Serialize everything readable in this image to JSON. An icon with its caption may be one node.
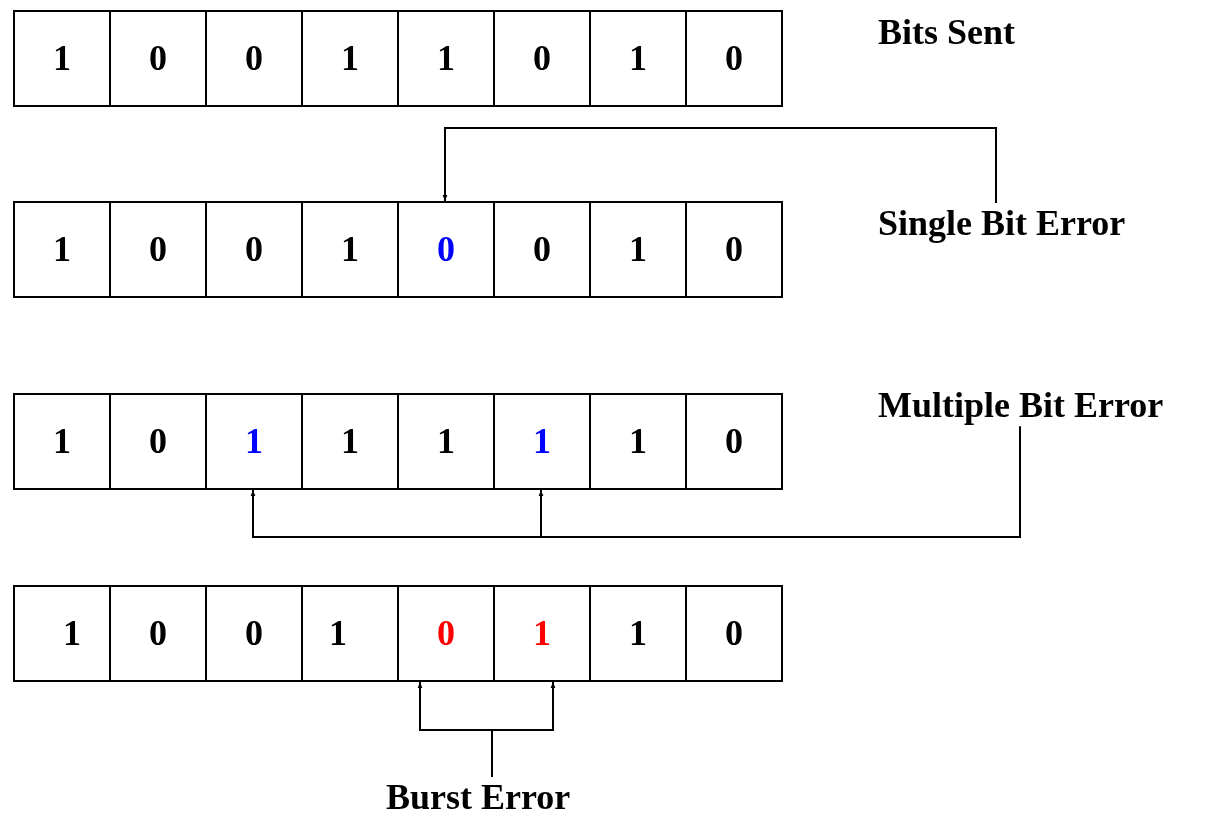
{
  "diagram": {
    "nodes": [
      {
        "text": [
          "1"
        ]
      },
      {
        "text": [
          "0"
        ]
      },
      {
        "text": [
          "0"
        ]
      },
      {
        "text": [
          "1"
        ]
      },
      {
        "text": [
          "1"
        ]
      },
      {
        "text": [
          "0"
        ]
      },
      {
        "text": [
          "1"
        ]
      },
      {
        "text": [
          "0"
        ]
      },
      {
        "text": [
          "1"
        ]
      },
      {
        "text": [
          "0"
        ]
      },
      {
        "text": [
          "0"
        ]
      },
      {
        "text": [
          "1"
        ]
      },
      {
        "text": [
          "0"
        ]
      },
      {
        "text": [
          "0"
        ]
      },
      {
        "text": [
          "1"
        ]
      },
      {
        "text": [
          "0"
        ]
      },
      {
        "text": [
          "1"
        ]
      },
      {
        "text": [
          "0"
        ]
      },
      {
        "text": [
          "1"
        ]
      },
      {
        "text": [
          "1"
        ]
      },
      {
        "text": [
          "1"
        ]
      },
      {
        "text": [
          "1"
        ]
      },
      {
        "text": [
          "1"
        ]
      },
      {
        "text": [
          "0"
        ]
      },
      {
        "text": [
          "1"
        ]
      },
      {
        "text": [
          "0"
        ]
      },
      {
        "text": [
          "0"
        ]
      },
      {
        "text": [
          "1"
        ]
      },
      {
        "text": [
          "0"
        ]
      },
      {
        "text": [
          "1"
        ]
      },
      {
        "text": [
          "1"
        ]
      },
      {
        "text": [
          "0"
        ]
      },
      {
        "text": [
          "Single Bit Error"
        ]
      },
      {
        "text": [
          "Multiple Bit Error"
        ]
      },
      {
        "text": [
          "Burst Error"
        ]
      }
    ],
    "edges": [
      {
        "from": 32,
        "to": 12,
        "arrow": "to"
      },
      {
        "from": 33,
        "to": 18,
        "arrow": "to"
      },
      {
        "from": 33,
        "to": 21,
        "arrow": "to"
      },
      {
        "from": 34,
        "to": 28,
        "arrow": "to"
      },
      {
        "from": 34,
        "to": 29,
        "arrow": "to"
      }
    ],
    "labels": [
      "Bits Sent"
    ]
  }
}
